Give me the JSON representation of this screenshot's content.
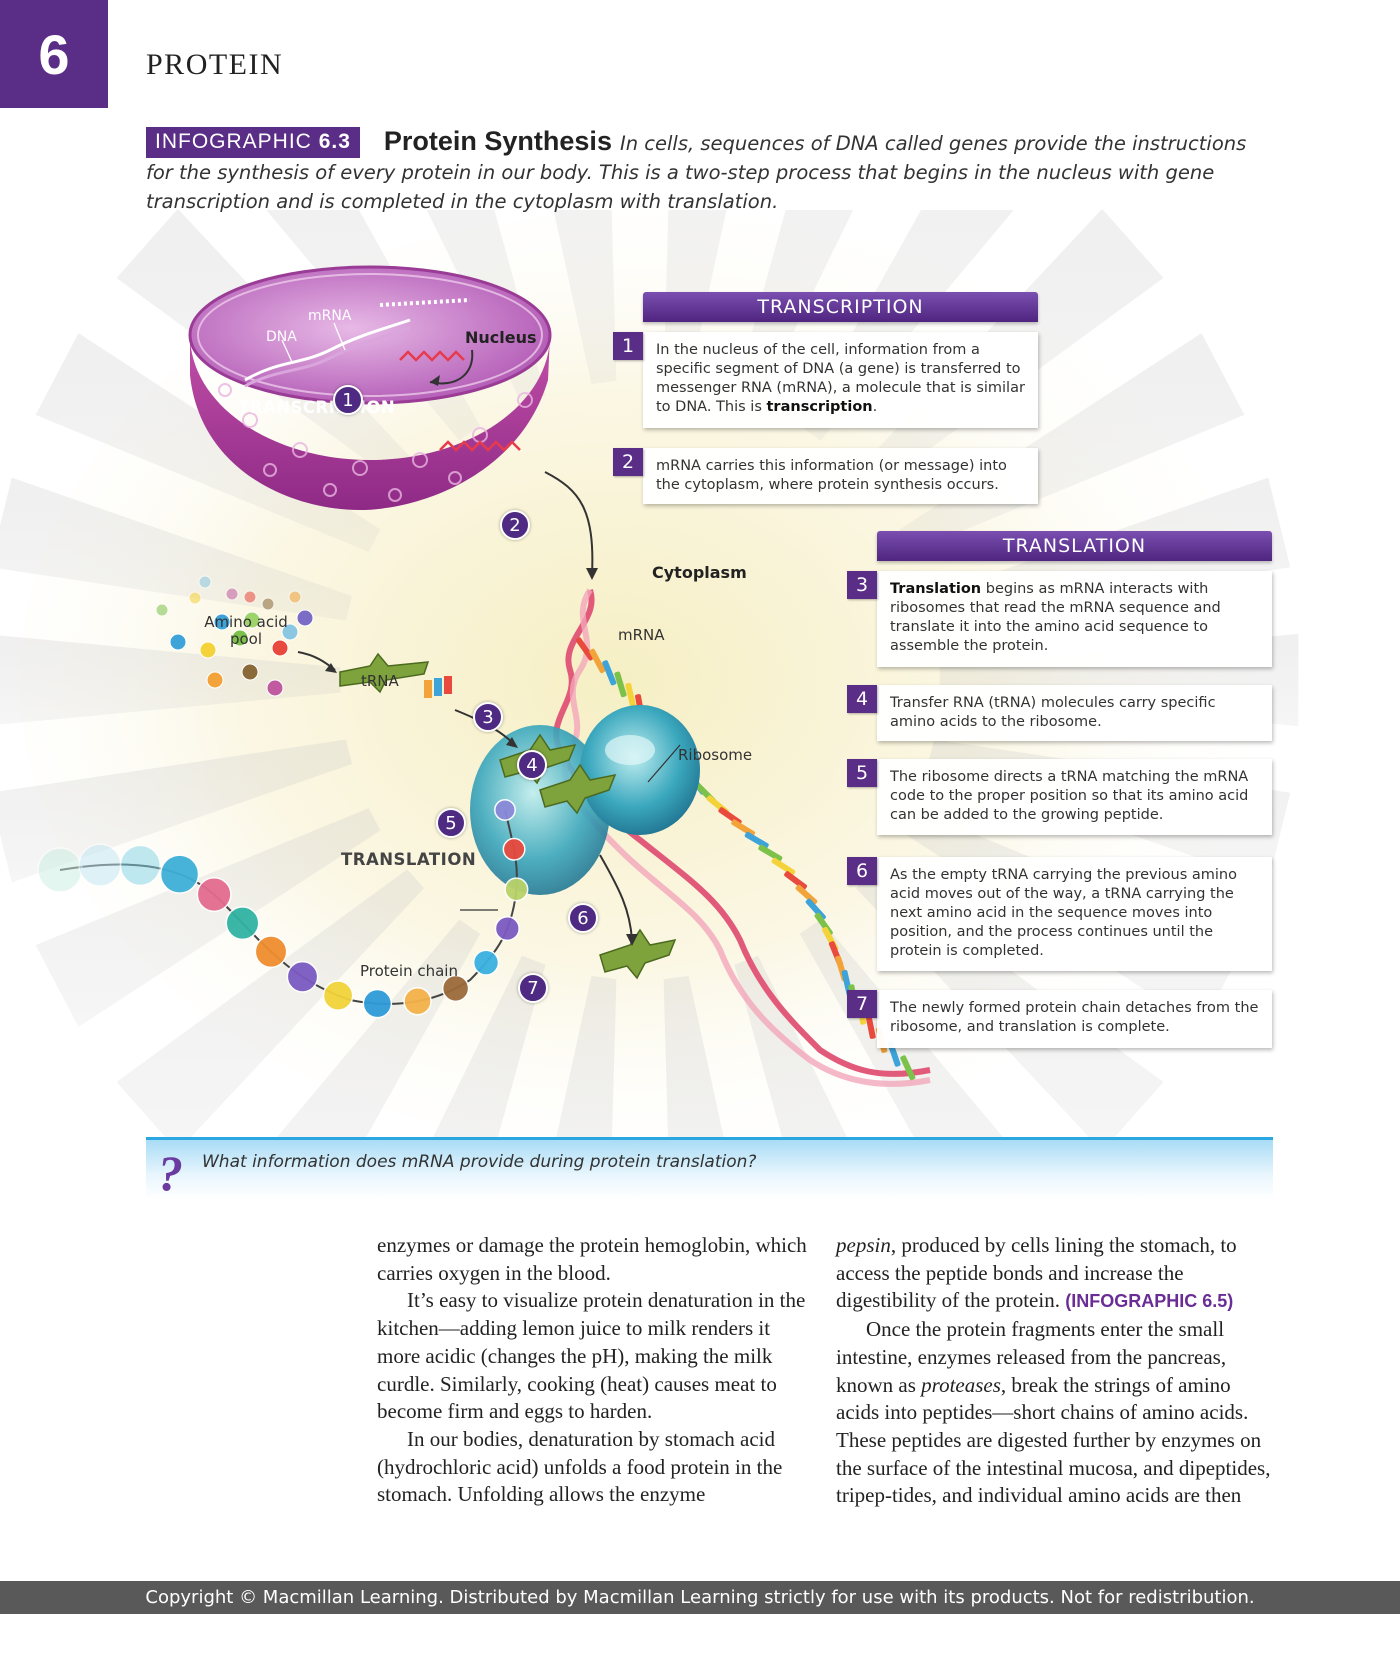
{
  "header": {
    "chapter_number": "6",
    "chapter_title": "PROTEIN"
  },
  "infographic": {
    "tag_prefix": "INFOGRAPHIC",
    "tag_number": "6.3",
    "title": "Protein Synthesis",
    "description": "In cells, sequences of DNA called genes provide the instructions for the synthesis of every protein in our body. This is a two-step process that begins in the nucleus with gene transcription and is completed in the cytoplasm with translation."
  },
  "sections": {
    "transcription": "TRANSCRIPTION",
    "translation": "TRANSLATION"
  },
  "steps": [
    {
      "num": "1",
      "pre": "In the nucleus of the cell, information from a specific segment of DNA (a gene) is transferred to messenger RNA (mRNA), a molecule that is similar to DNA. This is ",
      "bold": "transcription",
      "post": "."
    },
    {
      "num": "2",
      "pre": "mRNA carries this information (or message) into the cytoplasm, where protein synthesis occurs.",
      "bold": "",
      "post": ""
    },
    {
      "num": "3",
      "pre": "",
      "bold": "Translation",
      "post": " begins as mRNA interacts with ribosomes that read the mRNA sequence and translate it into the amino acid sequence to assemble the protein."
    },
    {
      "num": "4",
      "pre": "Transfer RNA (tRNA) molecules carry specific amino acids to the ribosome.",
      "bold": "",
      "post": ""
    },
    {
      "num": "5",
      "pre": "The ribosome directs a tRNA matching the mRNA code to the proper position so that its amino acid can be added to the growing peptide.",
      "bold": "",
      "post": ""
    },
    {
      "num": "6",
      "pre": "As the empty tRNA carrying the previous amino acid moves out of the way, a tRNA carrying the next amino acid in the sequence moves into position, and the process continues until the protein is completed.",
      "bold": "",
      "post": ""
    },
    {
      "num": "7",
      "pre": "The newly formed protein chain detaches from the ribosome, and translation is complete.",
      "bold": "",
      "post": ""
    }
  ],
  "labels": {
    "dna": "DNA",
    "mrna_nucleus": "mRNA",
    "nucleus": "Nucleus",
    "transcription": "TRANSCRIPTION",
    "cytoplasm": "Cytoplasm",
    "mrna": "mRNA",
    "amino_acid_pool": "Amino acid pool",
    "trna": "tRNA",
    "ribosome": "Ribosome",
    "translation": "TRANSLATION",
    "protein_chain": "Protein chain"
  },
  "markers": [
    "1",
    "2",
    "3",
    "4",
    "5",
    "6",
    "7"
  ],
  "question": {
    "mark": "?",
    "text": "What information does mRNA provide during protein translation?"
  },
  "body": {
    "left": {
      "p1": "enzymes or damage the protein hemoglobin, which carries oxygen in the blood.",
      "p2": "It’s easy to visualize protein denaturation in the kitchen—adding lemon juice to milk renders it more acidic (changes the pH), making the milk curdle. Similarly, cooking (heat) causes meat to become firm and eggs to harden.",
      "p3": "In our bodies, denaturation by stomach acid (hydrochloric acid) unfolds a food protein in the stomach. Unfolding allows the enzyme"
    },
    "right": {
      "p1_italic": "pepsin",
      "p1_rest": ", produced by cells lining the stomach, to access the peptide bonds and increase the digestibility of the protein. ",
      "p1_ref": "(INFOGRAPHIC 6.5)",
      "p2_a": "Once the protein fragments enter the small intestine, enzymes released from the pancreas, known as ",
      "p2_italic": "proteases",
      "p2_b": ", break the strings of amino acids into peptides—short chains of amino acids. These peptides are digested further by enzymes on the surface of the intestinal mucosa, and dipeptides, tripep-tides, and individual amino acids are then"
    }
  },
  "footer": "Copyright © Macmillan Learning. Distributed by Macmillan Learning strictly for use with its products. Not for redistribution."
}
